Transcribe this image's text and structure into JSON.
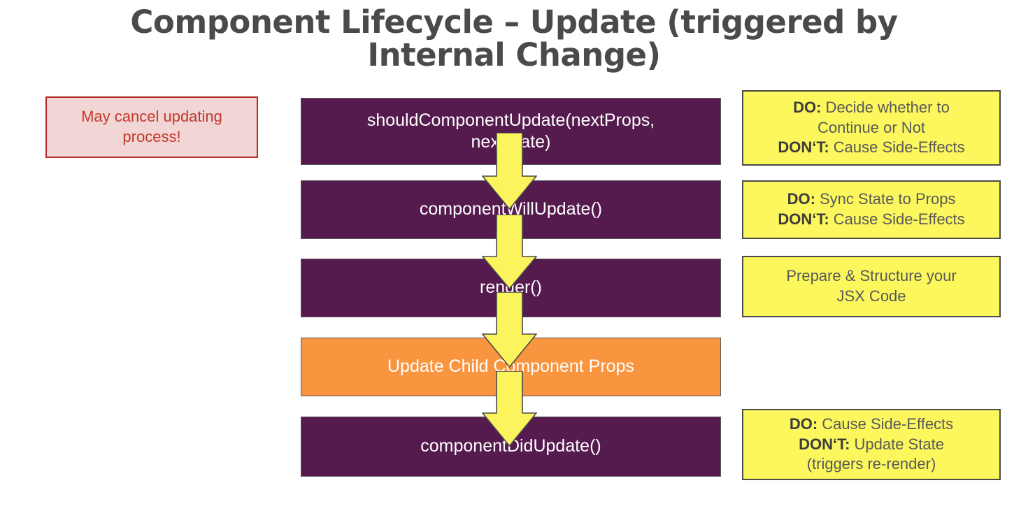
{
  "slide": {
    "title": "Component Lifecycle – Update (triggered by Internal Change)",
    "background": "#ffffff"
  },
  "colors": {
    "title_text": "#4a4a4a",
    "stage_purple": "#551a4e",
    "stage_orange": "#f9943f",
    "stage_border": "#5a5a5a",
    "stage_text": "#ffffff",
    "note_yellow_fill": "#fbf75c",
    "note_yellow_border": "#4a4a4a",
    "note_yellow_text": "#595959",
    "note_pink_fill": "#f2d5d5",
    "note_pink_border": "#b12a2a",
    "note_pink_text": "#c0392b",
    "arrow_fill": "#fbf45c",
    "arrow_border": "#4a4a4a"
  },
  "side_note": {
    "line1": "May cancel updating",
    "line2": "process!"
  },
  "flow": {
    "steps": [
      {
        "label": "shouldComponentUpdate(nextProps,",
        "label2": "nextState)",
        "kind": "purple"
      },
      {
        "label": "componentWillUpdate()",
        "label2": "",
        "kind": "purple"
      },
      {
        "label": "render()",
        "label2": "",
        "kind": "purple"
      },
      {
        "label": "Update Child Component Props",
        "label2": "",
        "kind": "orange"
      },
      {
        "label": "componentDidUpdate()",
        "label2": "",
        "kind": "purple"
      }
    ],
    "arrow_count": 4,
    "arrow_icon": "down-block-arrow-icon"
  },
  "notes": [
    {
      "rows": [
        {
          "bold": "DO:",
          "text": " Decide whether to"
        },
        {
          "bold": "",
          "text": "Continue or Not"
        },
        {
          "bold": "DON‘T:",
          "text": " Cause Side-Effects"
        }
      ]
    },
    {
      "rows": [
        {
          "bold": "DO:",
          "text": " Sync State to Props"
        },
        {
          "bold": "DON‘T:",
          "text": " Cause Side-Effects"
        }
      ]
    },
    {
      "rows": [
        {
          "bold": "",
          "text": "Prepare & Structure your"
        },
        {
          "bold": "",
          "text": "JSX Code"
        }
      ]
    },
    {
      "rows": [
        {
          "bold": "DO:",
          "text": " Cause Side-Effects"
        },
        {
          "bold": "DON‘T:",
          "text": " Update State"
        },
        {
          "bold": "",
          "text": "(triggers re-render)"
        }
      ]
    }
  ]
}
